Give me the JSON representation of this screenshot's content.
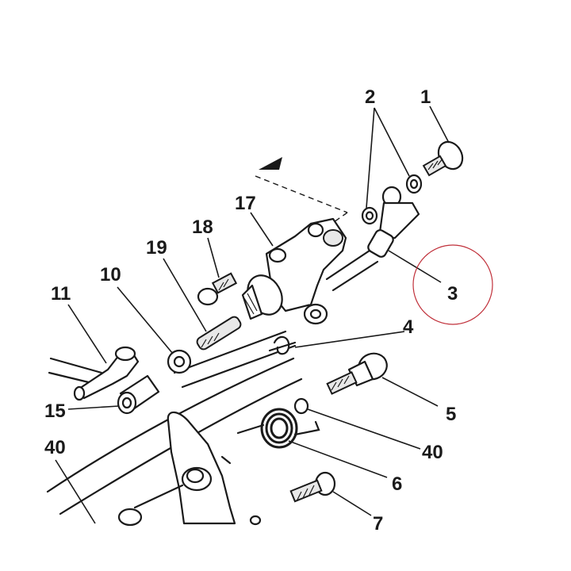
{
  "callouts": {
    "c1": "1",
    "c2": "2",
    "c3": "3",
    "c4": "4",
    "c5": "5",
    "c6": "6",
    "c7": "7",
    "c10": "10",
    "c11": "11",
    "c15": "15",
    "c17": "17",
    "c18": "18",
    "c19": "19",
    "c40a": "40",
    "c40b": "40"
  },
  "highlight": {
    "target": "3",
    "color": "#c0303a"
  }
}
